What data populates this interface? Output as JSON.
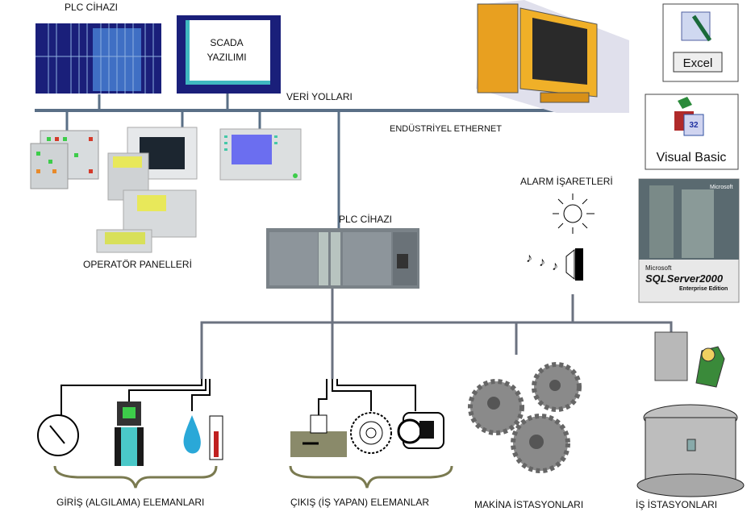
{
  "labels": {
    "plc_top": "PLC CİHAZI",
    "scada_line1": "SCADA",
    "scada_line2": "YAZILIMI",
    "data_bus": "VERİ YOLLARI",
    "ethernet": "ENDÜSTRİYEL ETHERNET",
    "operator_panels": "OPERATÖR PANELLERİ",
    "plc_center": "PLC CİHAZI",
    "alarm": "ALARM İŞARETLERİ",
    "input_elements": "GİRİŞ (ALGILAMA) ELEMANLARI",
    "output_elements": "ÇIKIŞ (İŞ YAPAN) ELEMANLAR",
    "machine_stations": "MAKİNA İSTASYONLARI",
    "work_stations": "İŞ İSTASYONLARI"
  },
  "software": {
    "excel": "Excel",
    "vb": "Visual Basic",
    "vb_badge": "32",
    "sql_brand": "Microsoft",
    "sql_name": "SQLServer2000",
    "sql_edition": "Enterprise Edition"
  },
  "colors": {
    "bus": "#5a6f86",
    "plc_blue": "#1a1f7a",
    "line": "#6b7280"
  }
}
